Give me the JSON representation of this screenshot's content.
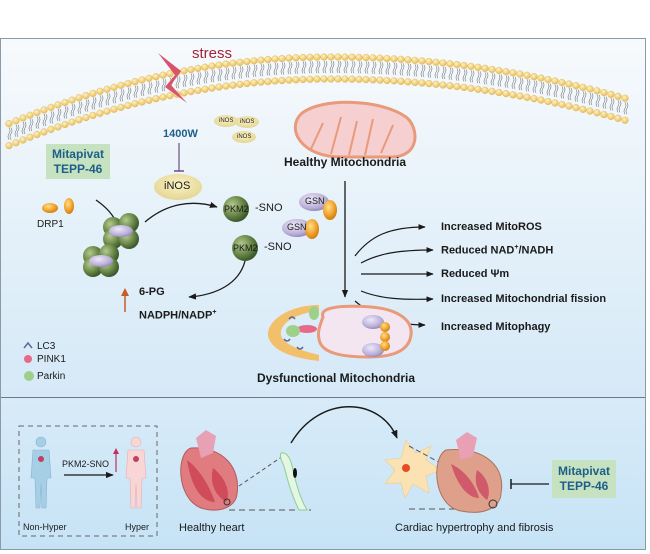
{
  "top_panel": {
    "stress_label": "stress",
    "inhibitor_1400w": "1400W",
    "inos_main": "iNOS",
    "inos_small": [
      "iNOS",
      "iNOS",
      "iNOS"
    ],
    "drug_box": {
      "line1": "Mitapivat",
      "line2": "TEPP-46"
    },
    "drp1_label": "DRP1",
    "pkm2_sno": [
      {
        "protein": "PKM2",
        "modification": "SNO"
      },
      {
        "protein": "PKM2",
        "modification": "SNO"
      }
    ],
    "gsn_labels": [
      "GSN",
      "GSN"
    ],
    "healthy_mito_label": "Healthy Mitochondria",
    "dysfunctional_mito_label": "Dysfunctional Mitochondria",
    "metabolites": {
      "pg": "6-PG",
      "nadph": "NADPH/NADP",
      "nadph_sup": "+"
    },
    "effects": [
      {
        "text": "Increased MitoROS"
      },
      {
        "text": "Reduced NAD",
        "sup": "+",
        "tail": "/NADH"
      },
      {
        "text": "Reduced Ψm"
      },
      {
        "text": "Increased Mitochondrial fission"
      },
      {
        "text": "Increased Mitophagy"
      }
    ],
    "legend": [
      {
        "label": "LC3",
        "icon": "lc3-arc-icon",
        "color": "#5a6a9c"
      },
      {
        "label": "PINK1",
        "icon": "pink1-dot-icon",
        "color": "#e86a8a"
      },
      {
        "label": "Parkin",
        "icon": "parkin-dot-icon",
        "color": "#8cc070"
      }
    ]
  },
  "bottom_panel": {
    "non_hyper_label": "Non-Hyper",
    "hyper_label": "Hyper",
    "pkm2_sno_label": "PKM2-SNO",
    "healthy_heart_label": "Healthy heart",
    "cardiac_label": "Cardiac hypertrophy and fibrosis",
    "drug_box": {
      "line1": "Mitapivat",
      "line2": "TEPP-46"
    }
  },
  "colors": {
    "drug_text": "#1d5f8a",
    "drug_bg": "#c6e2c0",
    "stress": "#a3243a",
    "membrane_head": "#f2d27a",
    "pkm2": "#6b8a4a",
    "gsn": "#b8aed6",
    "drp1": "#f2a531",
    "mito_fill": "#f6cfd0",
    "mito_edge": "#e89a7a"
  }
}
